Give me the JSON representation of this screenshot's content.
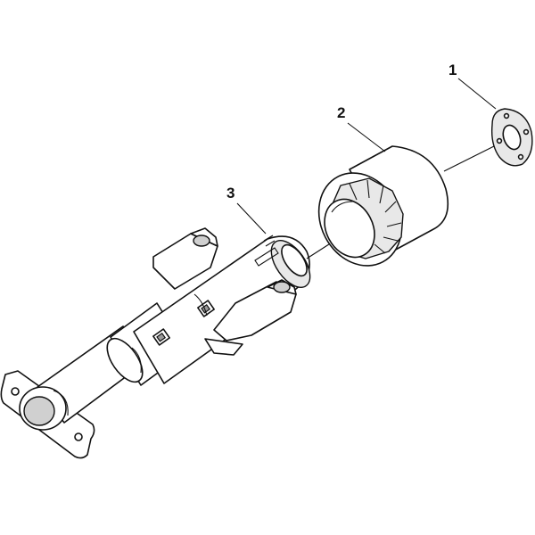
{
  "callouts": [
    {
      "id": "1",
      "label": "1"
    },
    {
      "id": "2",
      "label": "2"
    },
    {
      "id": "3",
      "label": "3"
    }
  ],
  "colors": {
    "line": "#111111",
    "shade": "#d0d0d0",
    "background": "#ffffff"
  }
}
